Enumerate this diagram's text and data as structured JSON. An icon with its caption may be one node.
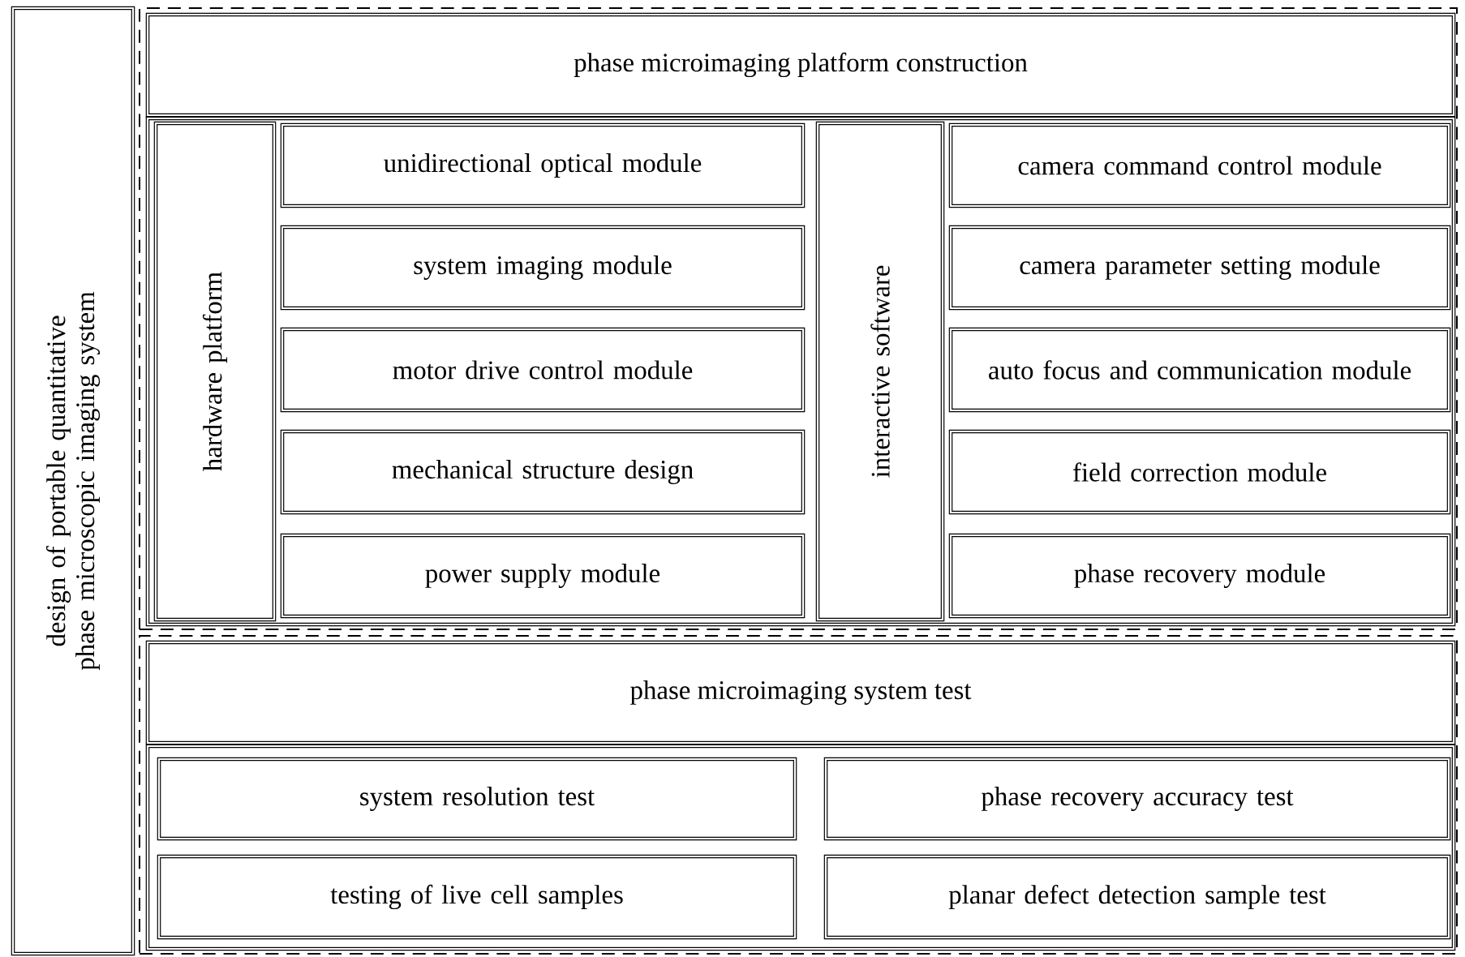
{
  "diagram": {
    "nodes": [
      {
        "text": [
          "design of portable quantitative phase microscopic imaging system"
        ]
      },
      {
        "text": [
          "phase microimaging platform construction"
        ]
      },
      {
        "text": [
          "hardware platform"
        ],
        "in": 1
      },
      {
        "text": [
          "unidirectional optical module"
        ],
        "in": 1
      },
      {
        "text": [
          "system imaging module"
        ],
        "in": 1
      },
      {
        "text": [
          "motor drive control module"
        ],
        "in": 1
      },
      {
        "text": [
          "mechanical structure design"
        ],
        "in": 1
      },
      {
        "text": [
          "power supply module"
        ],
        "in": 1
      },
      {
        "text": [
          "interactive software"
        ],
        "in": 1
      },
      {
        "text": [
          "camera command control module"
        ],
        "in": 1
      },
      {
        "text": [
          "camera parameter setting module"
        ],
        "in": 1
      },
      {
        "text": [
          "auto focus and communication module"
        ],
        "in": 1
      },
      {
        "text": [
          "field correction module"
        ],
        "in": 1
      },
      {
        "text": [
          "phase recovery module"
        ],
        "in": 1
      },
      {
        "text": [
          "phase microimaging system test"
        ]
      },
      {
        "text": [
          "system resolution test"
        ],
        "in": 14
      },
      {
        "text": [
          "phase recovery accuracy test"
        ],
        "in": 14
      },
      {
        "text": [
          "testing of live cell samples"
        ],
        "in": 14
      },
      {
        "text": [
          "planar defect detection sample test"
        ],
        "in": 14
      }
    ]
  }
}
